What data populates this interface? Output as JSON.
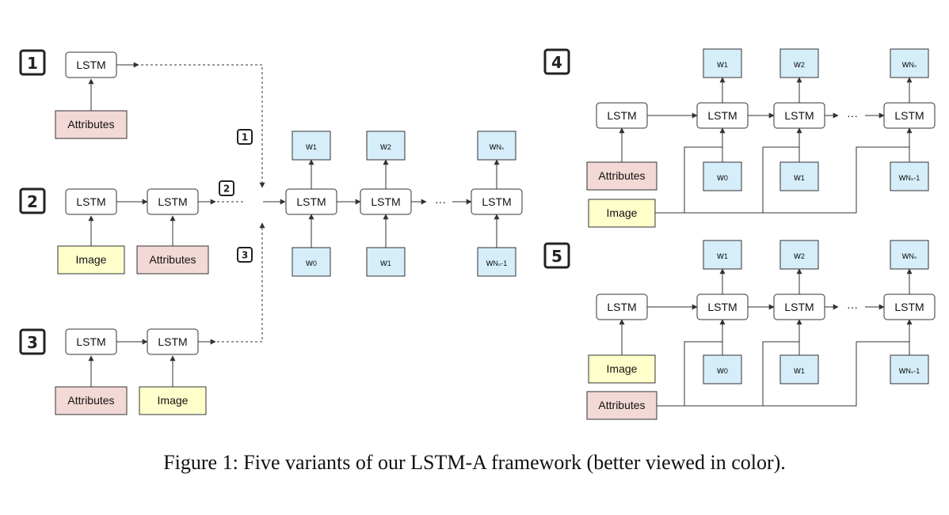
{
  "labels": {
    "lstm": "LSTM",
    "attributes": "Attributes",
    "image": "Image",
    "dots": "···",
    "w": "w",
    "w0_sub": "0",
    "w1_sub": "1",
    "w2_sub": "2",
    "wN_sub": "Nₛ",
    "wN1_sub": "Nₛ-1"
  },
  "badges": [
    "1",
    "2",
    "3",
    "4",
    "5"
  ],
  "colors": {
    "attributes_fill": "#f2d9d6",
    "image_fill": "#ffffcc",
    "word_fill": "#d6eef9",
    "lstm_fill": "#ffffff",
    "stroke": "#333333"
  },
  "caption": "Figure 1: Five variants of our LSTM-A framework (better viewed in color)."
}
